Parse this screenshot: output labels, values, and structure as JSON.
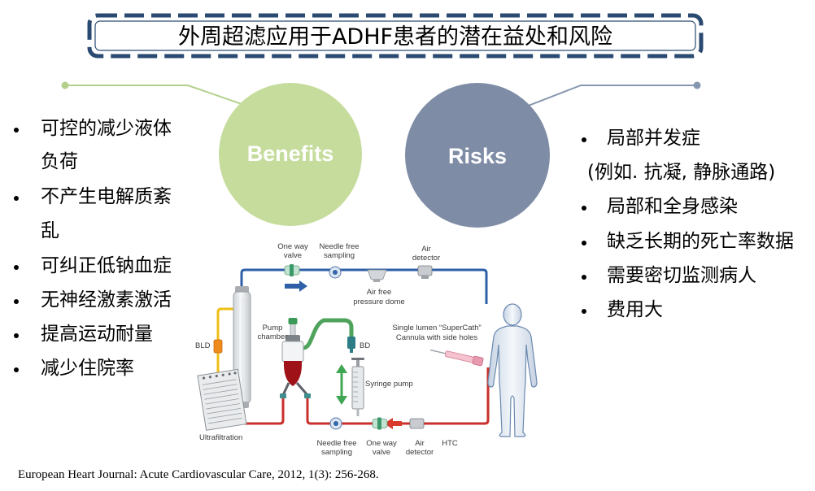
{
  "slide": {
    "title": "外周超滤应用于ADHF患者的潜在益处和风险",
    "benefits": {
      "label": "Benefits",
      "items": [
        [
          "可控的减少液体",
          "负荷"
        ],
        [
          "不产生电解质紊",
          "乱"
        ],
        [
          "可纠正低钠血症"
        ],
        [
          "无神经激素激活"
        ],
        [
          "提高运动耐量"
        ],
        [
          "减少住院率"
        ]
      ]
    },
    "risks": {
      "label": "Risks",
      "items": [
        [
          "局部并发症",
          "(例如. 抗凝, 静脉通路)"
        ],
        [
          "局部和全身感染"
        ],
        [
          "缺乏长期的死亡率数据"
        ],
        [
          "需要密切监测病人"
        ],
        [
          "费用大"
        ]
      ]
    },
    "diagram": {
      "labels": {
        "top_one_way_valve": [
          "One way",
          "valve"
        ],
        "top_needle_free_sampling": [
          "Needle free",
          "sampling"
        ],
        "top_air_detector": [
          "Air",
          "detector"
        ],
        "pressure_dome": [
          "Air free",
          "pressure dome"
        ],
        "pump_chamber": [
          "Pump",
          "chamber"
        ],
        "bd": "BD",
        "cannula": [
          "Single lumen “SuperCath”",
          "Cannula with side holes"
        ],
        "bld": "BLD",
        "syringe_pump": "Syringe pump",
        "ultrafiltration": "Ultrafiltration",
        "bottom_needle_free_sampling": [
          "Needle free",
          "sampling"
        ],
        "bottom_one_way_valve": [
          "One way",
          "valve"
        ],
        "bottom_air_detector": [
          "Air",
          "detector"
        ],
        "htc": "HTC"
      }
    },
    "citation": "European Heart Journal: Acute Cardiovascular Care, 2012, 1(3): 256-268."
  },
  "colors": {
    "title_frame": "#2a4a72",
    "benefits_circle": "#c5dc9c",
    "risks_circle": "#7e8ca5",
    "benefits_connector": "#b4d08c",
    "risks_connector": "#8696ae",
    "blood_line_blue": "#2f5fa7",
    "blood_line_red": "#c9302c"
  }
}
